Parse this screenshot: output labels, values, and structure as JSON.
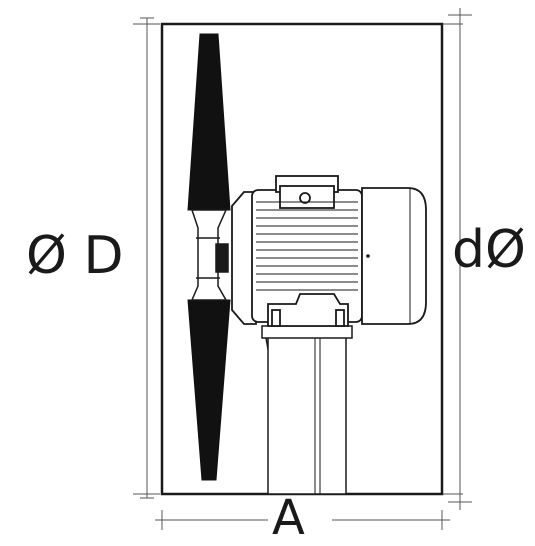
{
  "labels": {
    "outer_diameter": "Ø D",
    "inner_diameter": "dØ",
    "length": "A"
  },
  "colors": {
    "line": "#1a1a1a",
    "dim_line": "#555555",
    "blade": "#111111",
    "background": "#ffffff"
  }
}
